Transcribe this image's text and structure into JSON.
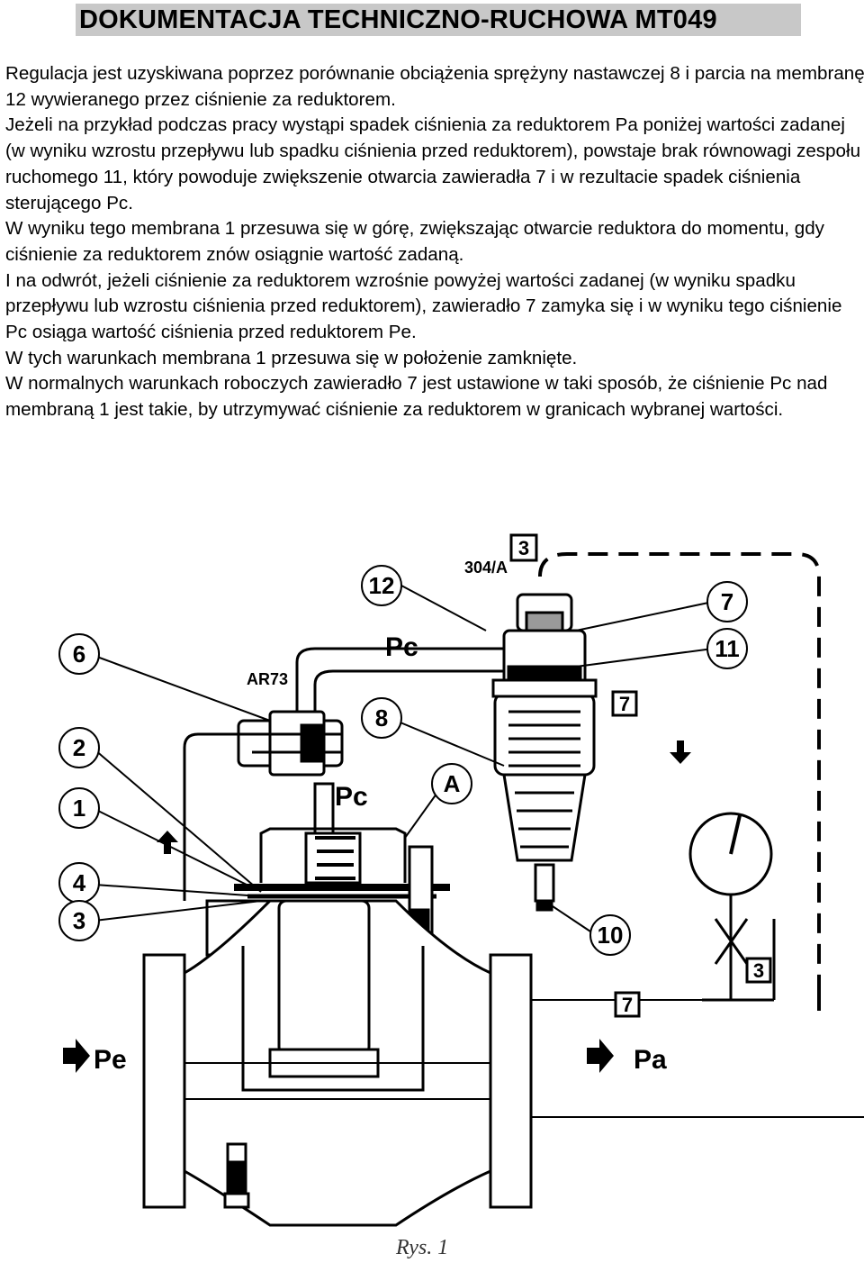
{
  "document": {
    "title": "DOKUMENTACJA TECHNICZNO-RUCHOWA MT049",
    "paragraphs": [
      "Regulacja jest uzyskiwana poprzez porównanie obciążenia sprężyny nastawczej 8 i parcia na membranę 12 wywieranego przez ciśnienie za reduktorem.",
      "Jeżeli na przykład podczas pracy wystąpi spadek ciśnienia za reduktorem Pa poniżej wartości zadanej (w wyniku wzrostu przepływu lub spadku ciśnienia przed reduktorem), powstaje brak równowagi zespołu ruchomego 11, który powoduje zwiększenie otwarcia zawieradła 7 i w rezultacie spadek ciśnienia sterującego Pc.",
      "W wyniku tego membrana 1 przesuwa się w górę, zwiększając otwarcie reduktora do momentu, gdy ciśnienie za reduktorem znów osiągnie wartość zadaną.",
      "I na odwrót, jeżeli ciśnienie za reduktorem wzrośnie powyżej wartości zadanej (w wyniku spadku przepływu lub wzrostu ciśnienia przed reduktorem), zawieradło 7 zamyka się i w wyniku tego ciśnienie Pc osiąga wartość ciśnienia przed reduktorem Pe.",
      "W tych warunkach membrana 1 przesuwa się w położenie zamknięte.",
      "W normalnych warunkach roboczych zawieradło 7 jest ustawione w taki sposób, że ciśnienie Pc nad membraną 1 jest takie, by utrzymywać ciśnienie za reduktorem w granicach wybranej wartości."
    ]
  },
  "figure": {
    "caption": "Rys. 1",
    "labels": {
      "pilot_model": "304/A",
      "filter_model": "AR73",
      "pc_top": "Pc",
      "pc_body": "Pc",
      "pe": "Pe",
      "pa": "Pa",
      "part_a": "A"
    },
    "callouts": [
      "12",
      "7",
      "11",
      "6",
      "8",
      "2",
      "1",
      "4",
      "3",
      "10"
    ],
    "boxed_refs": [
      "3",
      "7",
      "3",
      "7"
    ],
    "colors": {
      "line": "#000000",
      "fill": "#ffffff",
      "shade": "#9a9a9a"
    },
    "icons": [
      "arrow-up-icon",
      "arrow-down-icon",
      "flow-arrow-icon"
    ]
  }
}
